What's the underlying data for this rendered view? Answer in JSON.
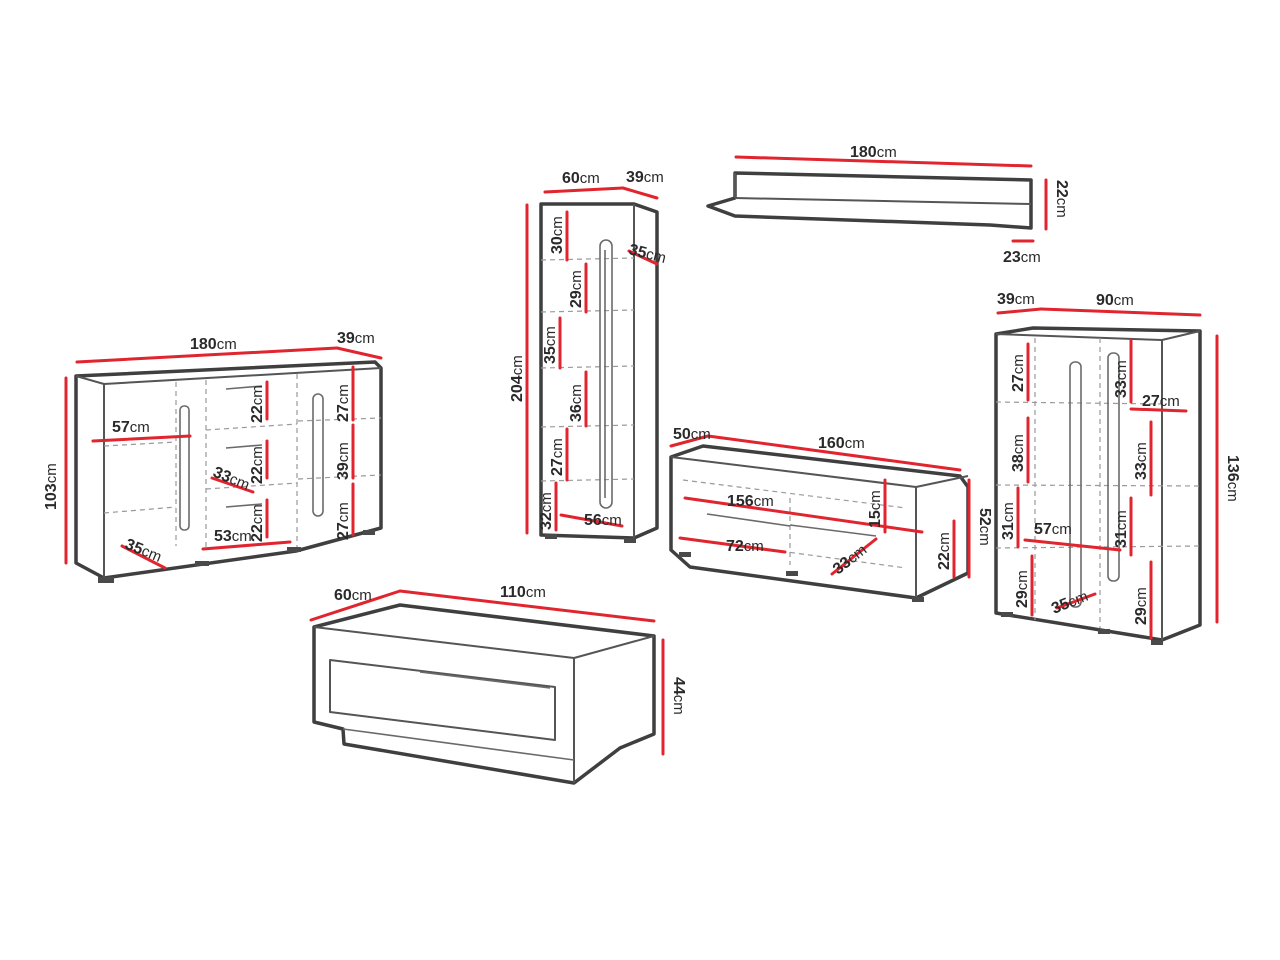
{
  "colors": {
    "dimension": "#e0252f",
    "outline": "#3f3f3f",
    "text": "#2a2a2a"
  },
  "pieces": {
    "sideboard": {
      "width": "180",
      "depth": "39",
      "height": "103",
      "inner_width": "57",
      "door_depth": "35",
      "drawer_width": "53",
      "drawer_1": "22",
      "drawer_2": "22",
      "drawer_3": "22",
      "drawer_depth": "33",
      "right_top": "27",
      "right_mid": "39",
      "right_bottom": "27"
    },
    "tall_cabinet": {
      "width": "60",
      "depth": "39",
      "height": "204",
      "shelf_depth": "35",
      "shelf_1": "30",
      "shelf_2": "29",
      "shelf_3": "35",
      "shelf_4": "36",
      "shelf_5": "27",
      "shelf_6": "32",
      "inner_width": "56"
    },
    "wall_shelf": {
      "width": "180",
      "height": "22",
      "depth": "23"
    },
    "tv_unit": {
      "width": "160",
      "depth": "50",
      "height": "52",
      "inner_width": "156",
      "top_opening": "15",
      "drawer_width": "72",
      "drawer_depth": "33",
      "drawer_height": "22"
    },
    "display_cabinet": {
      "width": "90",
      "depth": "39",
      "height": "136",
      "left_1": "27",
      "left_2": "38",
      "left_3": "31",
      "left_4": "29",
      "right_1": "33",
      "right_2": "33",
      "right_3": "31",
      "right_4": "29",
      "shelf_depth": "27",
      "inner_width": "57",
      "door_depth": "35"
    },
    "coffee_table": {
      "width": "110",
      "depth": "60",
      "height": "44"
    }
  },
  "unit": "cm"
}
